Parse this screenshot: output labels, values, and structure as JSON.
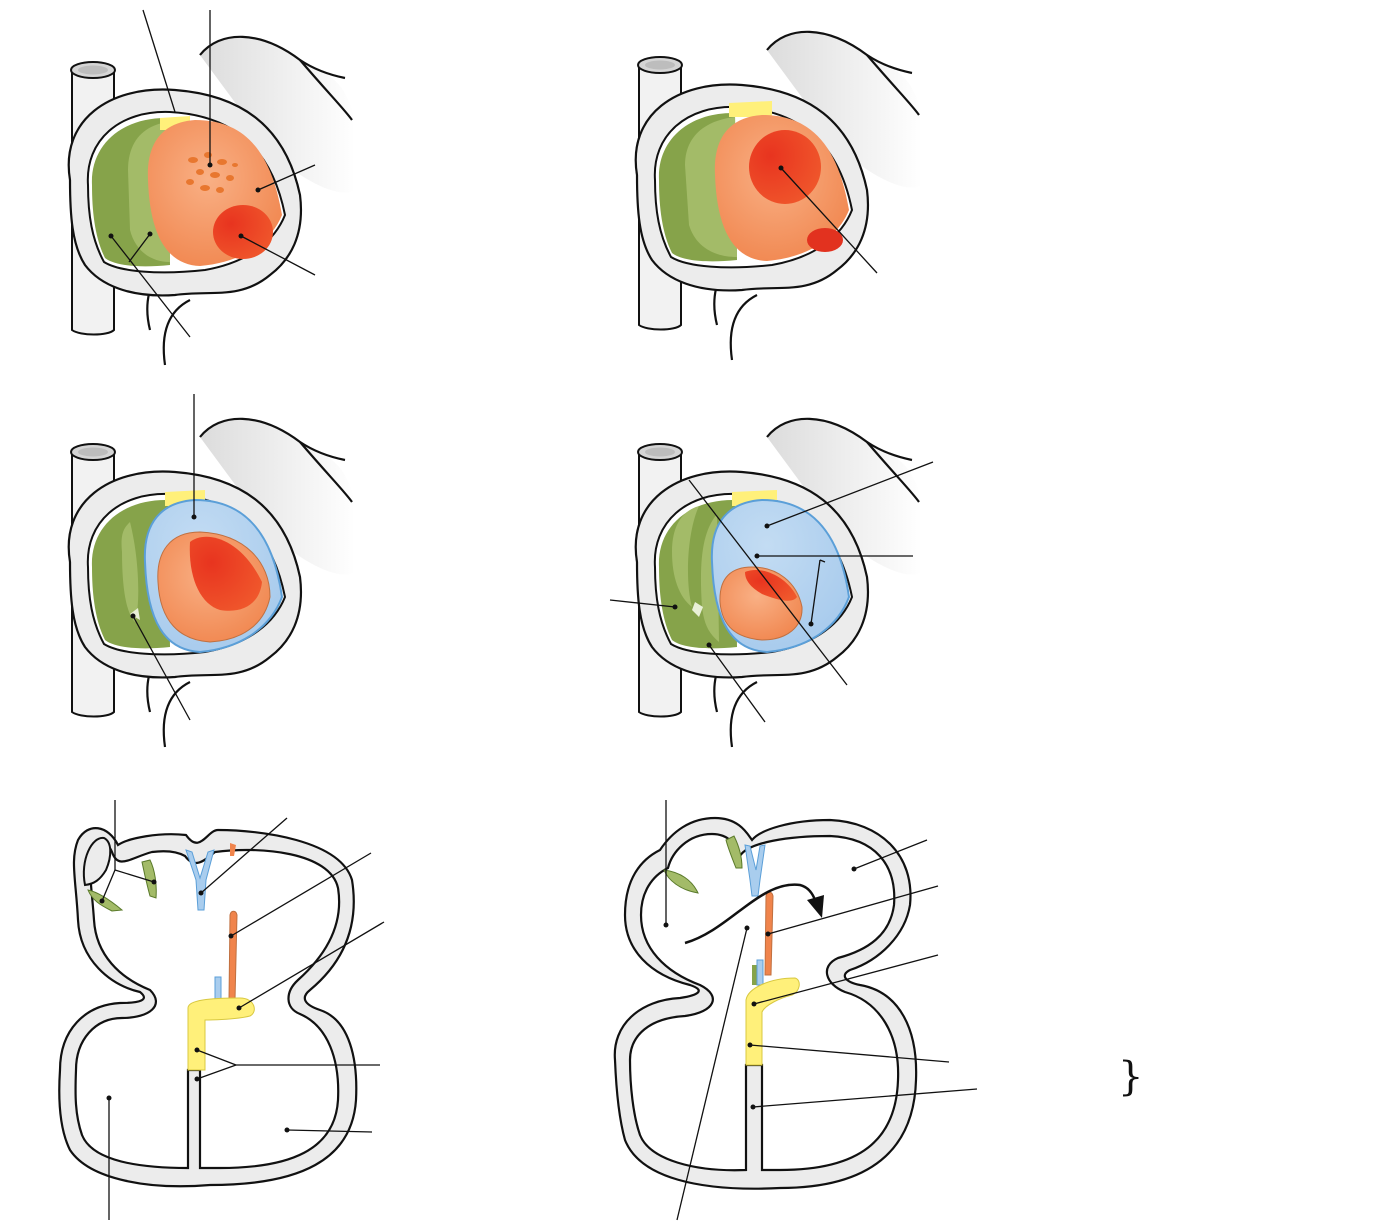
{
  "colors": {
    "green": "#86a34a",
    "green_light": "#a8bf6a",
    "orange": "#f0844c",
    "orange_light": "#f7a774",
    "red": "#e2321f",
    "yellow": "#fff07a",
    "blue": "#a9cdee",
    "blue_edge": "#5b9fd8",
    "wall_gray": "#ececec"
  },
  "figure": {
    "panels": [
      "top-left",
      "top-right",
      "middle-left",
      "middle-right",
      "bottom-left",
      "bottom-right"
    ],
    "labels": [],
    "brace_glyph": "}"
  }
}
